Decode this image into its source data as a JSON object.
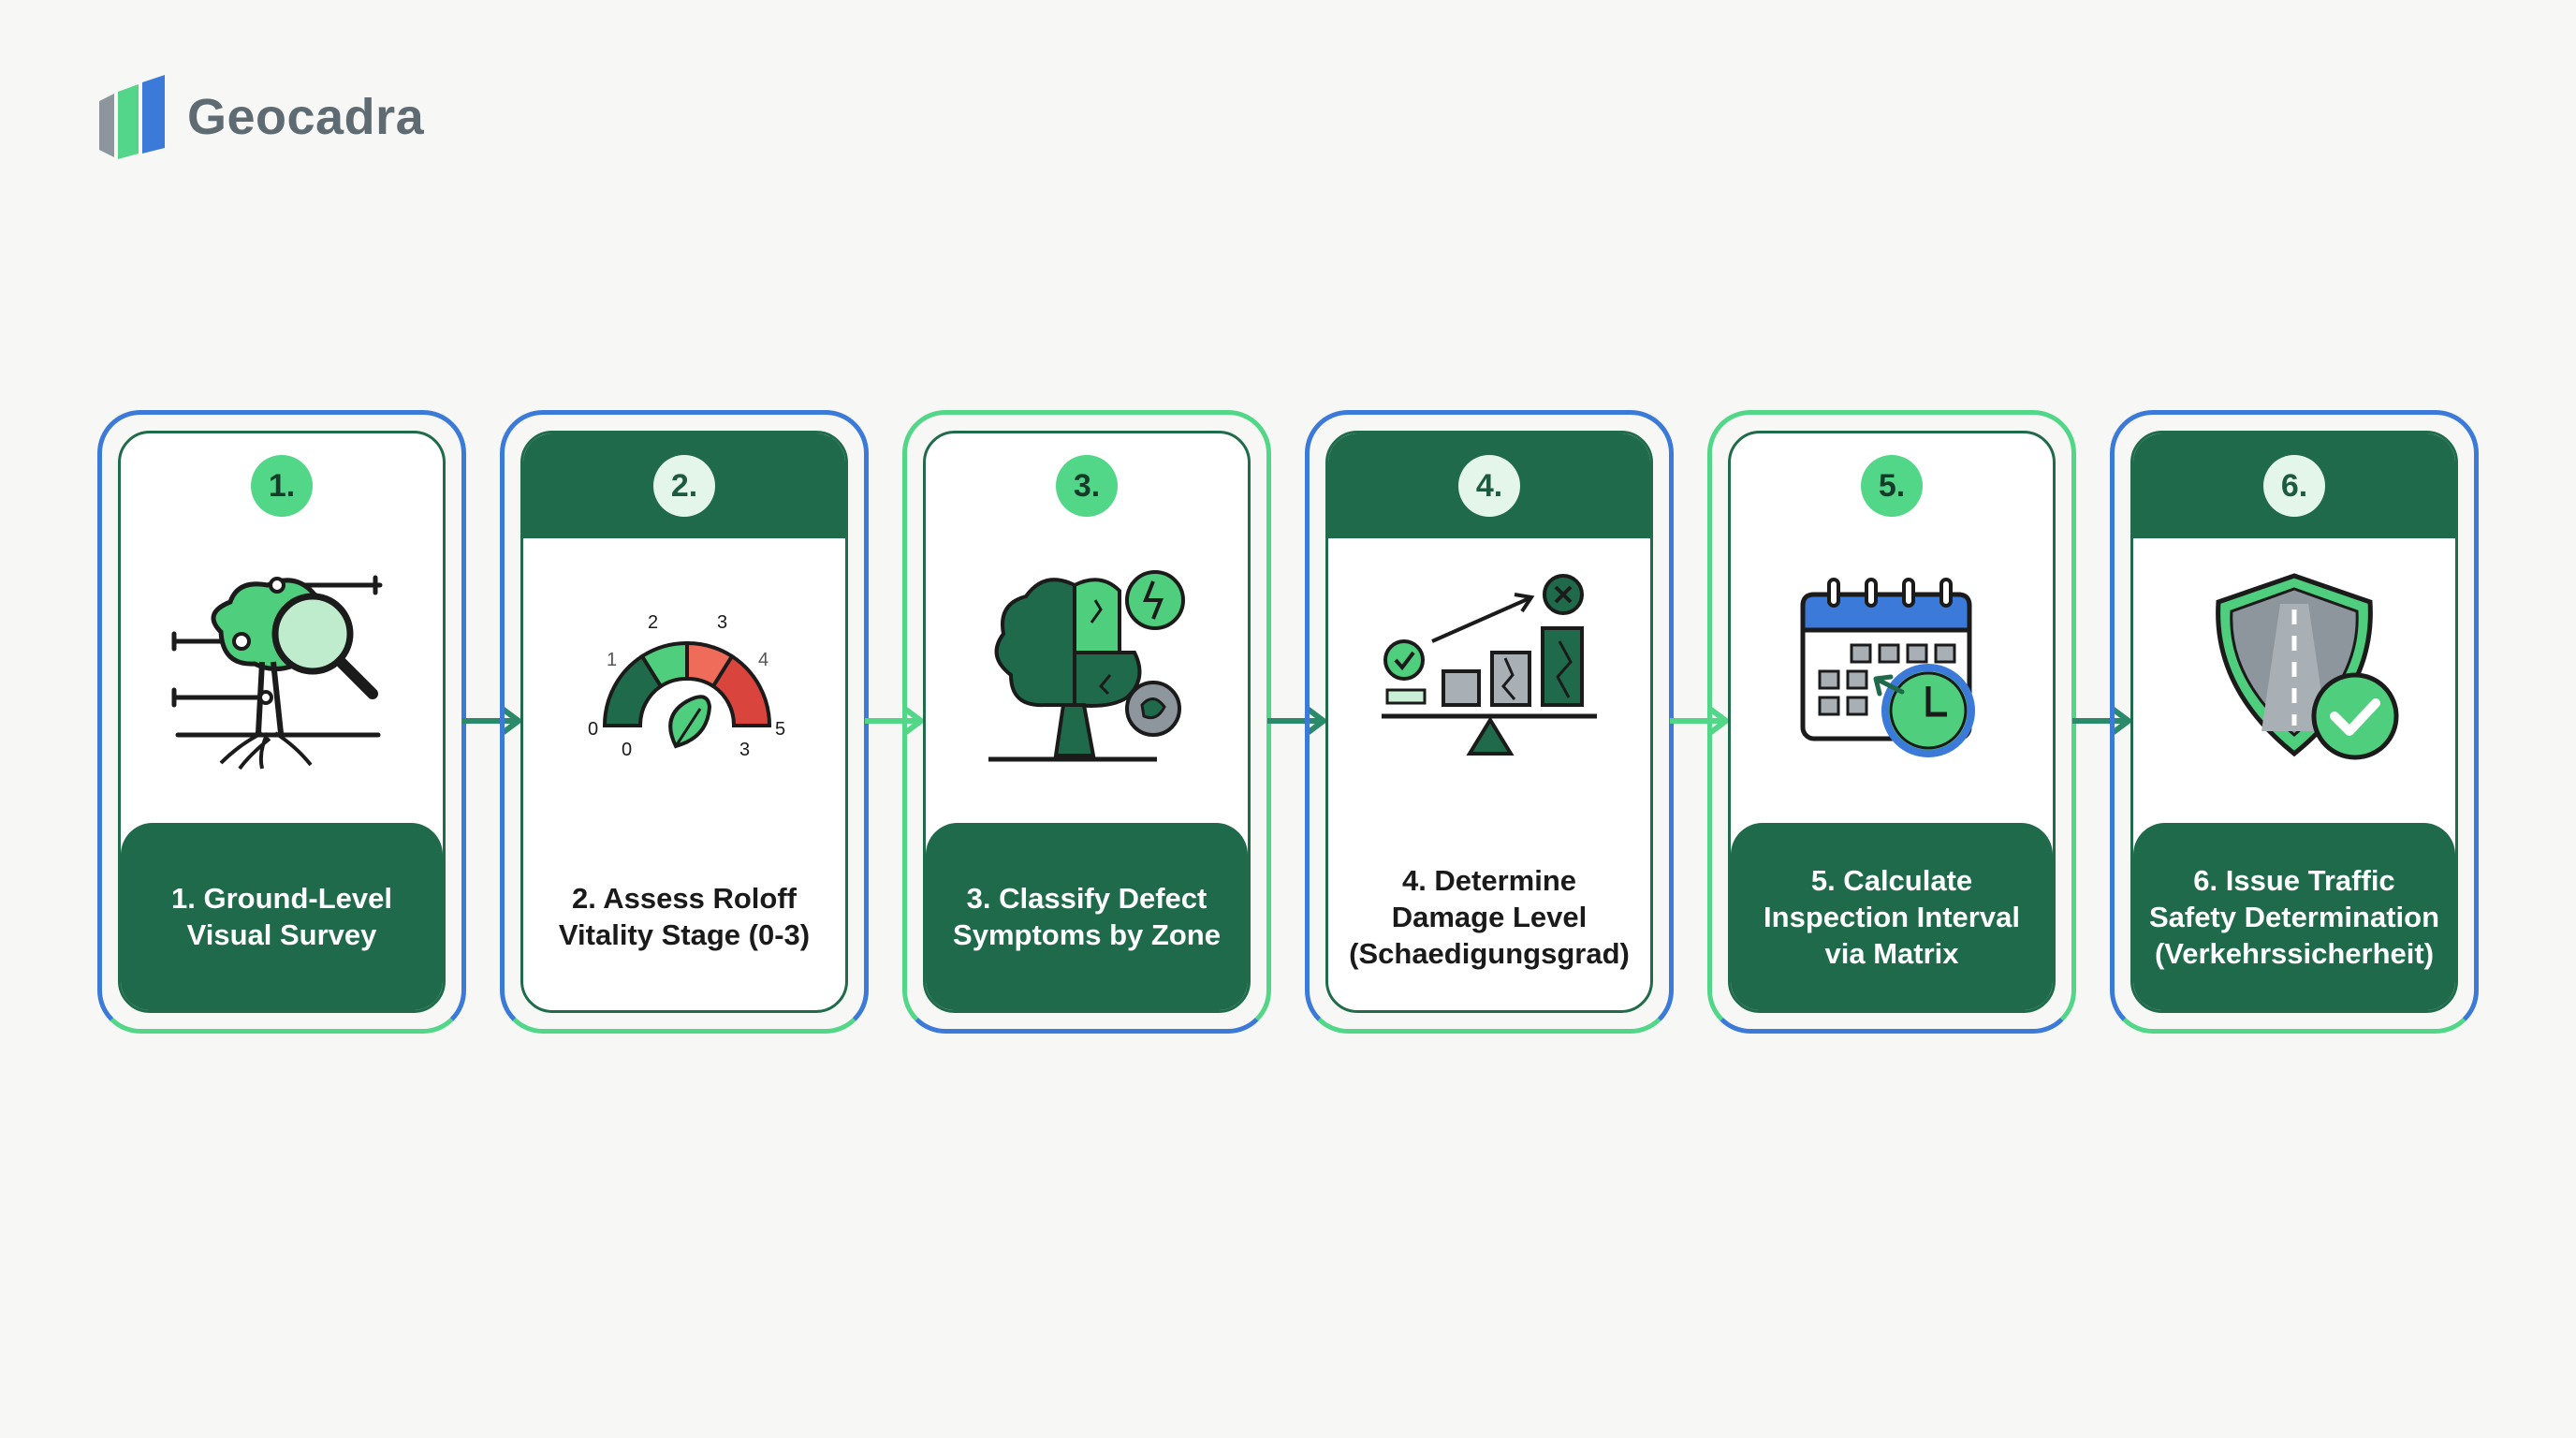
{
  "brand": {
    "name": "Geocadra"
  },
  "steps": [
    {
      "number": "1.",
      "label": "1. Ground-Level\nVisual Survey",
      "icon": "tree-magnifier-icon"
    },
    {
      "number": "2.",
      "label": "2. Assess Roloff\nVitality Stage (0-3)",
      "icon": "vitality-gauge-icon",
      "gauge": {
        "outer_ticks": [
          "0",
          "1",
          "2",
          "3",
          "4",
          "5"
        ],
        "inner_ticks": [
          "0",
          "3"
        ]
      }
    },
    {
      "number": "3.",
      "label": "3. Classify Defect\nSymptoms by Zone",
      "icon": "tree-defect-zones-icon"
    },
    {
      "number": "4.",
      "label": "4. Determine\nDamage Level\n(Schaedigungsgrad)",
      "icon": "damage-scale-icon"
    },
    {
      "number": "5.",
      "label": "5. Calculate\nInspection Interval\nvia Matrix",
      "icon": "calendar-clock-icon"
    },
    {
      "number": "6.",
      "label": "6. Issue Traffic\nSafety Determination\n(Verkehrssicherheit)",
      "icon": "road-shield-check-icon"
    }
  ],
  "colors": {
    "dark_green": "#1e6a4a",
    "accent_green": "#52d688",
    "accent_blue": "#3b7ad8",
    "alert_red": "#e0463f"
  }
}
